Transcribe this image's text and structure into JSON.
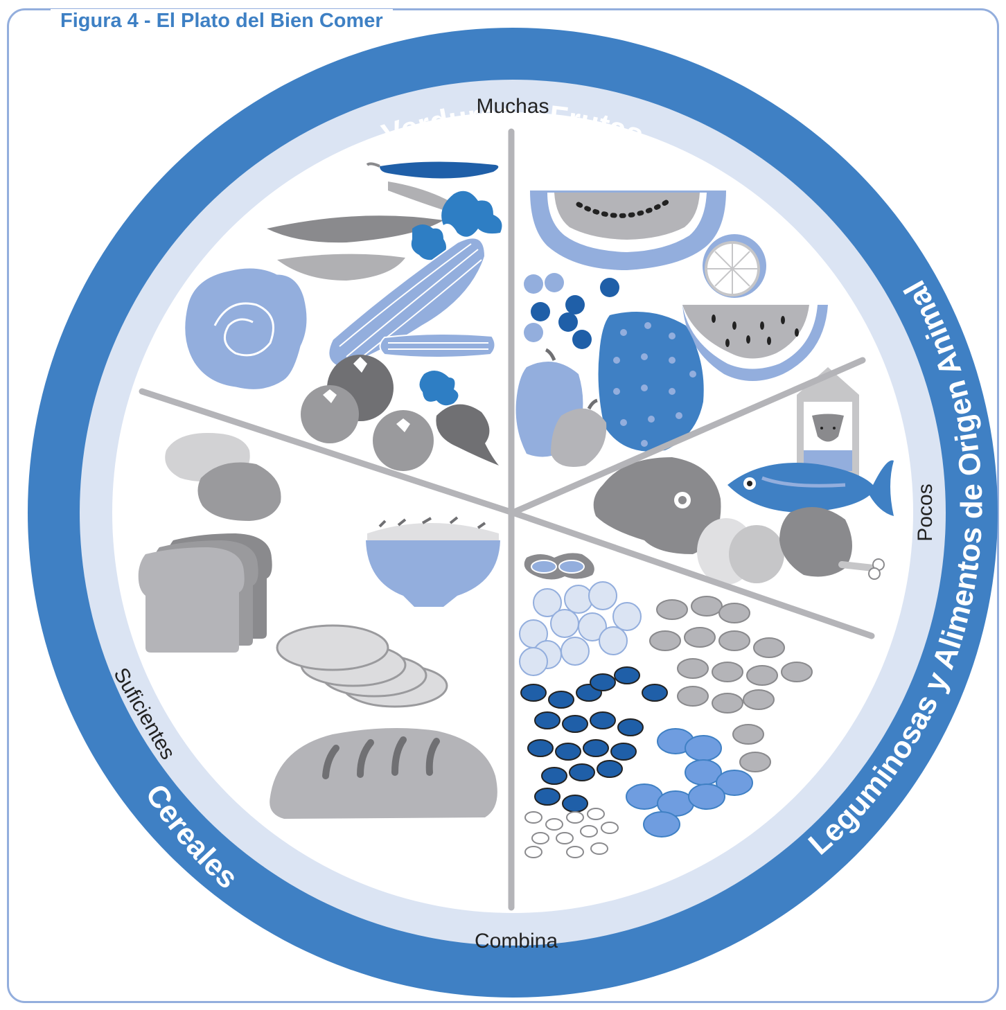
{
  "figure": {
    "title": "Figura 4 - El Plato del Bien Comer"
  },
  "groups": {
    "verduras_frutas": {
      "name": "Verduras y Frutas",
      "portion": "Muchas"
    },
    "leguminosas_origen_animal": {
      "name": "Leguminosas y Alimentos de Origen Animal",
      "portion": "Pocos"
    },
    "cereales": {
      "name": "Cereales",
      "portion": "Suficientes"
    },
    "combine_label": "Combina"
  },
  "colors": {
    "ring_blue": "#3f80c4",
    "inner_ring": "#dbe4f3",
    "frame": "#93aedd",
    "divider": "#b4b4b8",
    "light_blue": "#93aedd",
    "dark_blue": "#1f5fa8",
    "grey_dark": "#8a8a8d",
    "grey_light": "#c6c6c8"
  },
  "icons": [
    "chili-icon",
    "carrot-icon",
    "cucumber-icon",
    "lettuce-icon",
    "tomato-icon",
    "radish-icon",
    "papaya-icon",
    "lime-icon",
    "blackberries-icon",
    "watermelon-icon",
    "pineapple-icon",
    "mango-icon",
    "milk-carton-icon",
    "fish-icon",
    "steak-icon",
    "egg-icon",
    "chicken-leg-icon",
    "beans-icon",
    "lentils-icon",
    "potato-icon",
    "bread-slices-icon",
    "rice-bowl-icon",
    "tortilla-icon",
    "loaf-icon"
  ]
}
